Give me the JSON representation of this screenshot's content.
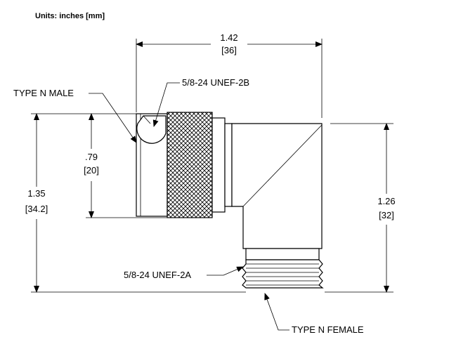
{
  "units_note": "Units: inches [mm]",
  "callouts": {
    "male_label": "TYPE N MALE",
    "female_label": "TYPE N FEMALE",
    "thread_male": "5/8-24 UNEF-2B",
    "thread_female": "5/8-24 UNEF-2A"
  },
  "dimensions": {
    "overall_width": {
      "in": "1.42",
      "mm": "[36]"
    },
    "male_height": {
      "in": ".79",
      "mm": "[20]"
    },
    "overall_height": {
      "in": "1.35",
      "mm": "[34.2]"
    },
    "body_height": {
      "in": "1.26",
      "mm": "[32]"
    }
  }
}
